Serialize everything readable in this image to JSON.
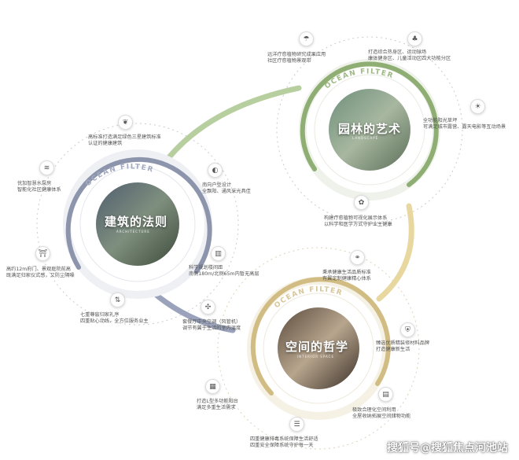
{
  "hubs": {
    "garden": {
      "title": "园林的艺术",
      "label": "OCEAN FILTER",
      "sub": "LANDSCAPE"
    },
    "building": {
      "title": "建筑的法则",
      "label": "OCEAN FILTER",
      "sub": "ARCHITECTURE"
    },
    "space": {
      "title": "空间的哲学",
      "label": "OCEAN FILTER",
      "sub": "INTERIOR SPACE"
    }
  },
  "features": [
    {
      "icon": "umbrella-icon",
      "glyph": "☂",
      "lines": [
        "远洋疗愈植物研究成果应用",
        "社区疗愈植物景观带"
      ]
    },
    {
      "icon": "tree-icon",
      "glyph": "♣",
      "lines": [
        "打造综合热身区、运动球场",
        "康体健身区、儿童活动区四大功能分区"
      ]
    },
    {
      "icon": "sun-icon",
      "glyph": "☀",
      "lines": [
        "全功能阳光草坪",
        "可满足城市露营、露天电影等互动场景"
      ]
    },
    {
      "icon": "flower-icon",
      "glyph": "✿",
      "lines": [
        "构建疗愈植物可视化展示体系",
        "以科学和医学方式守护业主健康"
      ]
    },
    {
      "icon": "leaf-icon",
      "glyph": "❦",
      "lines": [
        "高标准打造满足绿色三星建筑标准",
        "认证的健康建筑"
      ]
    },
    {
      "icon": "water-icon",
      "glyph": "≋",
      "lines": [
        "优加智慧水泵房",
        "智能化社区健康体系"
      ]
    },
    {
      "icon": "sunrise-icon",
      "glyph": "◐",
      "lines": [
        "南向户型设计",
        "全飘阳、通风采光具佳"
      ]
    },
    {
      "icon": "gate-icon",
      "glyph": "⛩",
      "lines": [
        "高约12m府门、景观庭院前高",
        "既满足归家仪式感，又防尘隔噪"
      ]
    },
    {
      "icon": "building-icon",
      "glyph": "▥",
      "lines": [
        "科学规划楼间距",
        "南侧180m/北侧65m内暂无高层"
      ]
    },
    {
      "icon": "elevator-icon",
      "glyph": "⇅",
      "lines": [
        "七重尊宸归家礼序",
        "四重贴心动线、全方位服务业主"
      ]
    },
    {
      "icon": "molecule-icon",
      "glyph": "⚭",
      "lines": [
        "秉承健康生活品质标准",
        "有翼定制健康精心体系"
      ]
    },
    {
      "icon": "fan-icon",
      "glyph": "✣",
      "lines": [
        "套餐厅中央空调（风管机）",
        "调节有翼于生活的室内温度"
      ]
    },
    {
      "icon": "shield-icon",
      "glyph": "⛨",
      "lines": [
        "臻选优质精装修材料品牌",
        "打造健康新生活"
      ]
    },
    {
      "icon": "balcony-icon",
      "glyph": "▦",
      "lines": [
        "打造L型多功能阳台",
        "满足多重生活需求"
      ]
    },
    {
      "icon": "storage-icon",
      "glyph": "▤",
      "lines": [
        "极致合理化空间利用",
        "全屋收纳拓展空间储物功能"
      ]
    },
    {
      "icon": "list-icon",
      "glyph": "☰",
      "lines": [
        "四重健康排毒系统保障生活舒适",
        "四重安全保障系统守护每一天"
      ]
    }
  ],
  "watermark": "搜狐号@搜狐焦点河池站",
  "colors": {
    "garden_ring": "#8fae74",
    "building_ring": "#8d95ad",
    "space_ring": "#d1bd84",
    "connector_green": "#b7cf9f",
    "connector_yellow": "#e8d8a0",
    "connector_blue": "#9aa3bb",
    "icon_text": "#555555"
  }
}
